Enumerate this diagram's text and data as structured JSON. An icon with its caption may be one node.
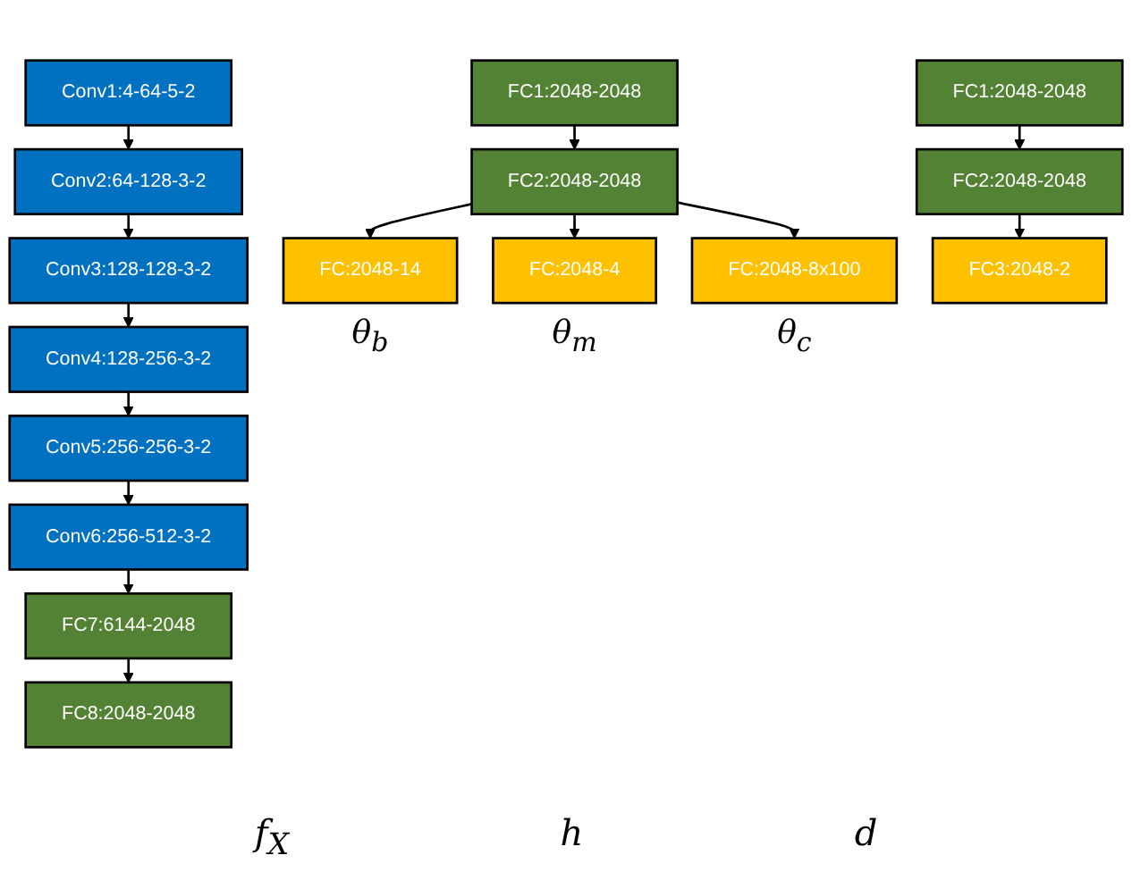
{
  "diagram": {
    "nodes": [
      {
        "text": [
          "Conv1:4-64-5-2"
        ]
      },
      {
        "text": [
          "Conv2:64-128-3-2"
        ]
      },
      {
        "text": [
          "Conv3:128-128-3-2"
        ]
      },
      {
        "text": [
          "Conv4:128-256-3-2"
        ]
      },
      {
        "text": [
          "Conv5:256-256-3-2"
        ]
      },
      {
        "text": [
          "Conv6:256-512-3-2"
        ]
      },
      {
        "text": [
          "FC7:6144-2048"
        ]
      },
      {
        "text": [
          "FC8:2048-2048"
        ]
      },
      {
        "text": [
          "FC1:2048-2048"
        ]
      },
      {
        "text": [
          "FC2:2048-2048"
        ]
      },
      {
        "text": [
          "FC:2048-14"
        ],
        "beside": [
          "θ$_{b}$"
        ]
      },
      {
        "text": [
          "FC:2048-4"
        ],
        "beside": [
          "θ$_{m}$"
        ]
      },
      {
        "text": [
          "FC:2048-8x100"
        ],
        "beside": [
          "θ$_{c}$"
        ]
      },
      {
        "text": [
          "FC1:2048-2048"
        ]
      },
      {
        "text": [
          "FC2:2048-2048"
        ]
      },
      {
        "text": [
          "FC3:2048-2"
        ]
      }
    ],
    "edges": [
      {
        "from": 0,
        "to": 1,
        "arrow": "to"
      },
      {
        "from": 1,
        "to": 2,
        "arrow": "to"
      },
      {
        "from": 2,
        "to": 3,
        "arrow": "to"
      },
      {
        "from": 3,
        "to": 4,
        "arrow": "to"
      },
      {
        "from": 4,
        "to": 5,
        "arrow": "to"
      },
      {
        "from": 5,
        "to": 6,
        "arrow": "to"
      },
      {
        "from": 6,
        "to": 7,
        "arrow": "to"
      },
      {
        "from": 8,
        "to": 9,
        "arrow": "to"
      },
      {
        "from": 9,
        "to": 10,
        "arrow": "to"
      },
      {
        "from": 9,
        "to": 11,
        "arrow": "to"
      },
      {
        "from": 9,
        "to": 12,
        "arrow": "to"
      },
      {
        "from": 13,
        "to": 14,
        "arrow": "to"
      },
      {
        "from": 14,
        "to": 15,
        "arrow": "to"
      }
    ],
    "labels": [
      "f$_{X}$",
      "h",
      "d"
    ]
  }
}
